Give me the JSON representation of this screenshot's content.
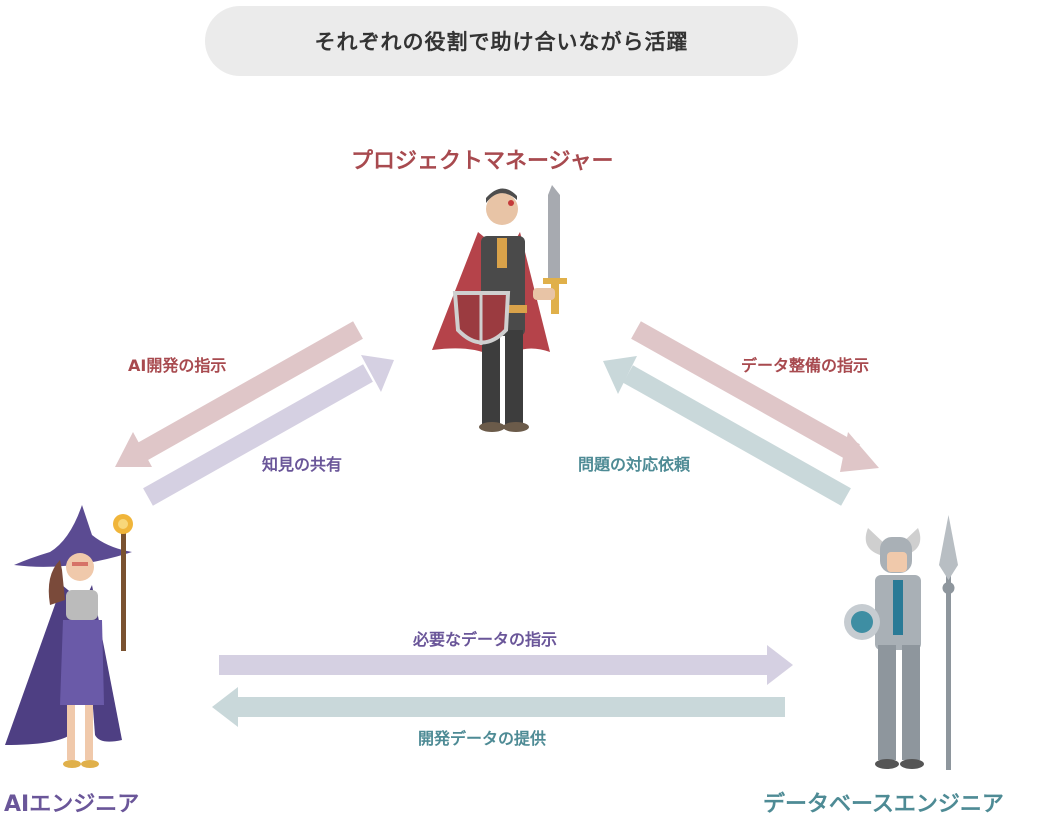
{
  "title": "それぞれの役割で助け合いながら活躍",
  "roles": {
    "pm": "プロジェクトマネージャー",
    "ai": "AIエンジニア",
    "db": "データベースエンジニア"
  },
  "labels": {
    "pm_to_ai": "AI開発の指示",
    "ai_to_pm": "知見の共有",
    "pm_to_db": "データ整備の指示",
    "db_to_pm": "問題の対応依頼",
    "ai_to_db": "必要なデータの指示",
    "db_to_ai": "開発データの提供"
  },
  "colors": {
    "red": "#a84a4f",
    "purple": "#6a5699",
    "teal": "#4e8b95",
    "arrow_red": "#dfc6c8",
    "arrow_purple": "#d5d0e2",
    "arrow_teal": "#c9d8da"
  },
  "icons": [
    "pm-knight-icon",
    "ai-witch-icon",
    "db-armored-knight-icon"
  ]
}
